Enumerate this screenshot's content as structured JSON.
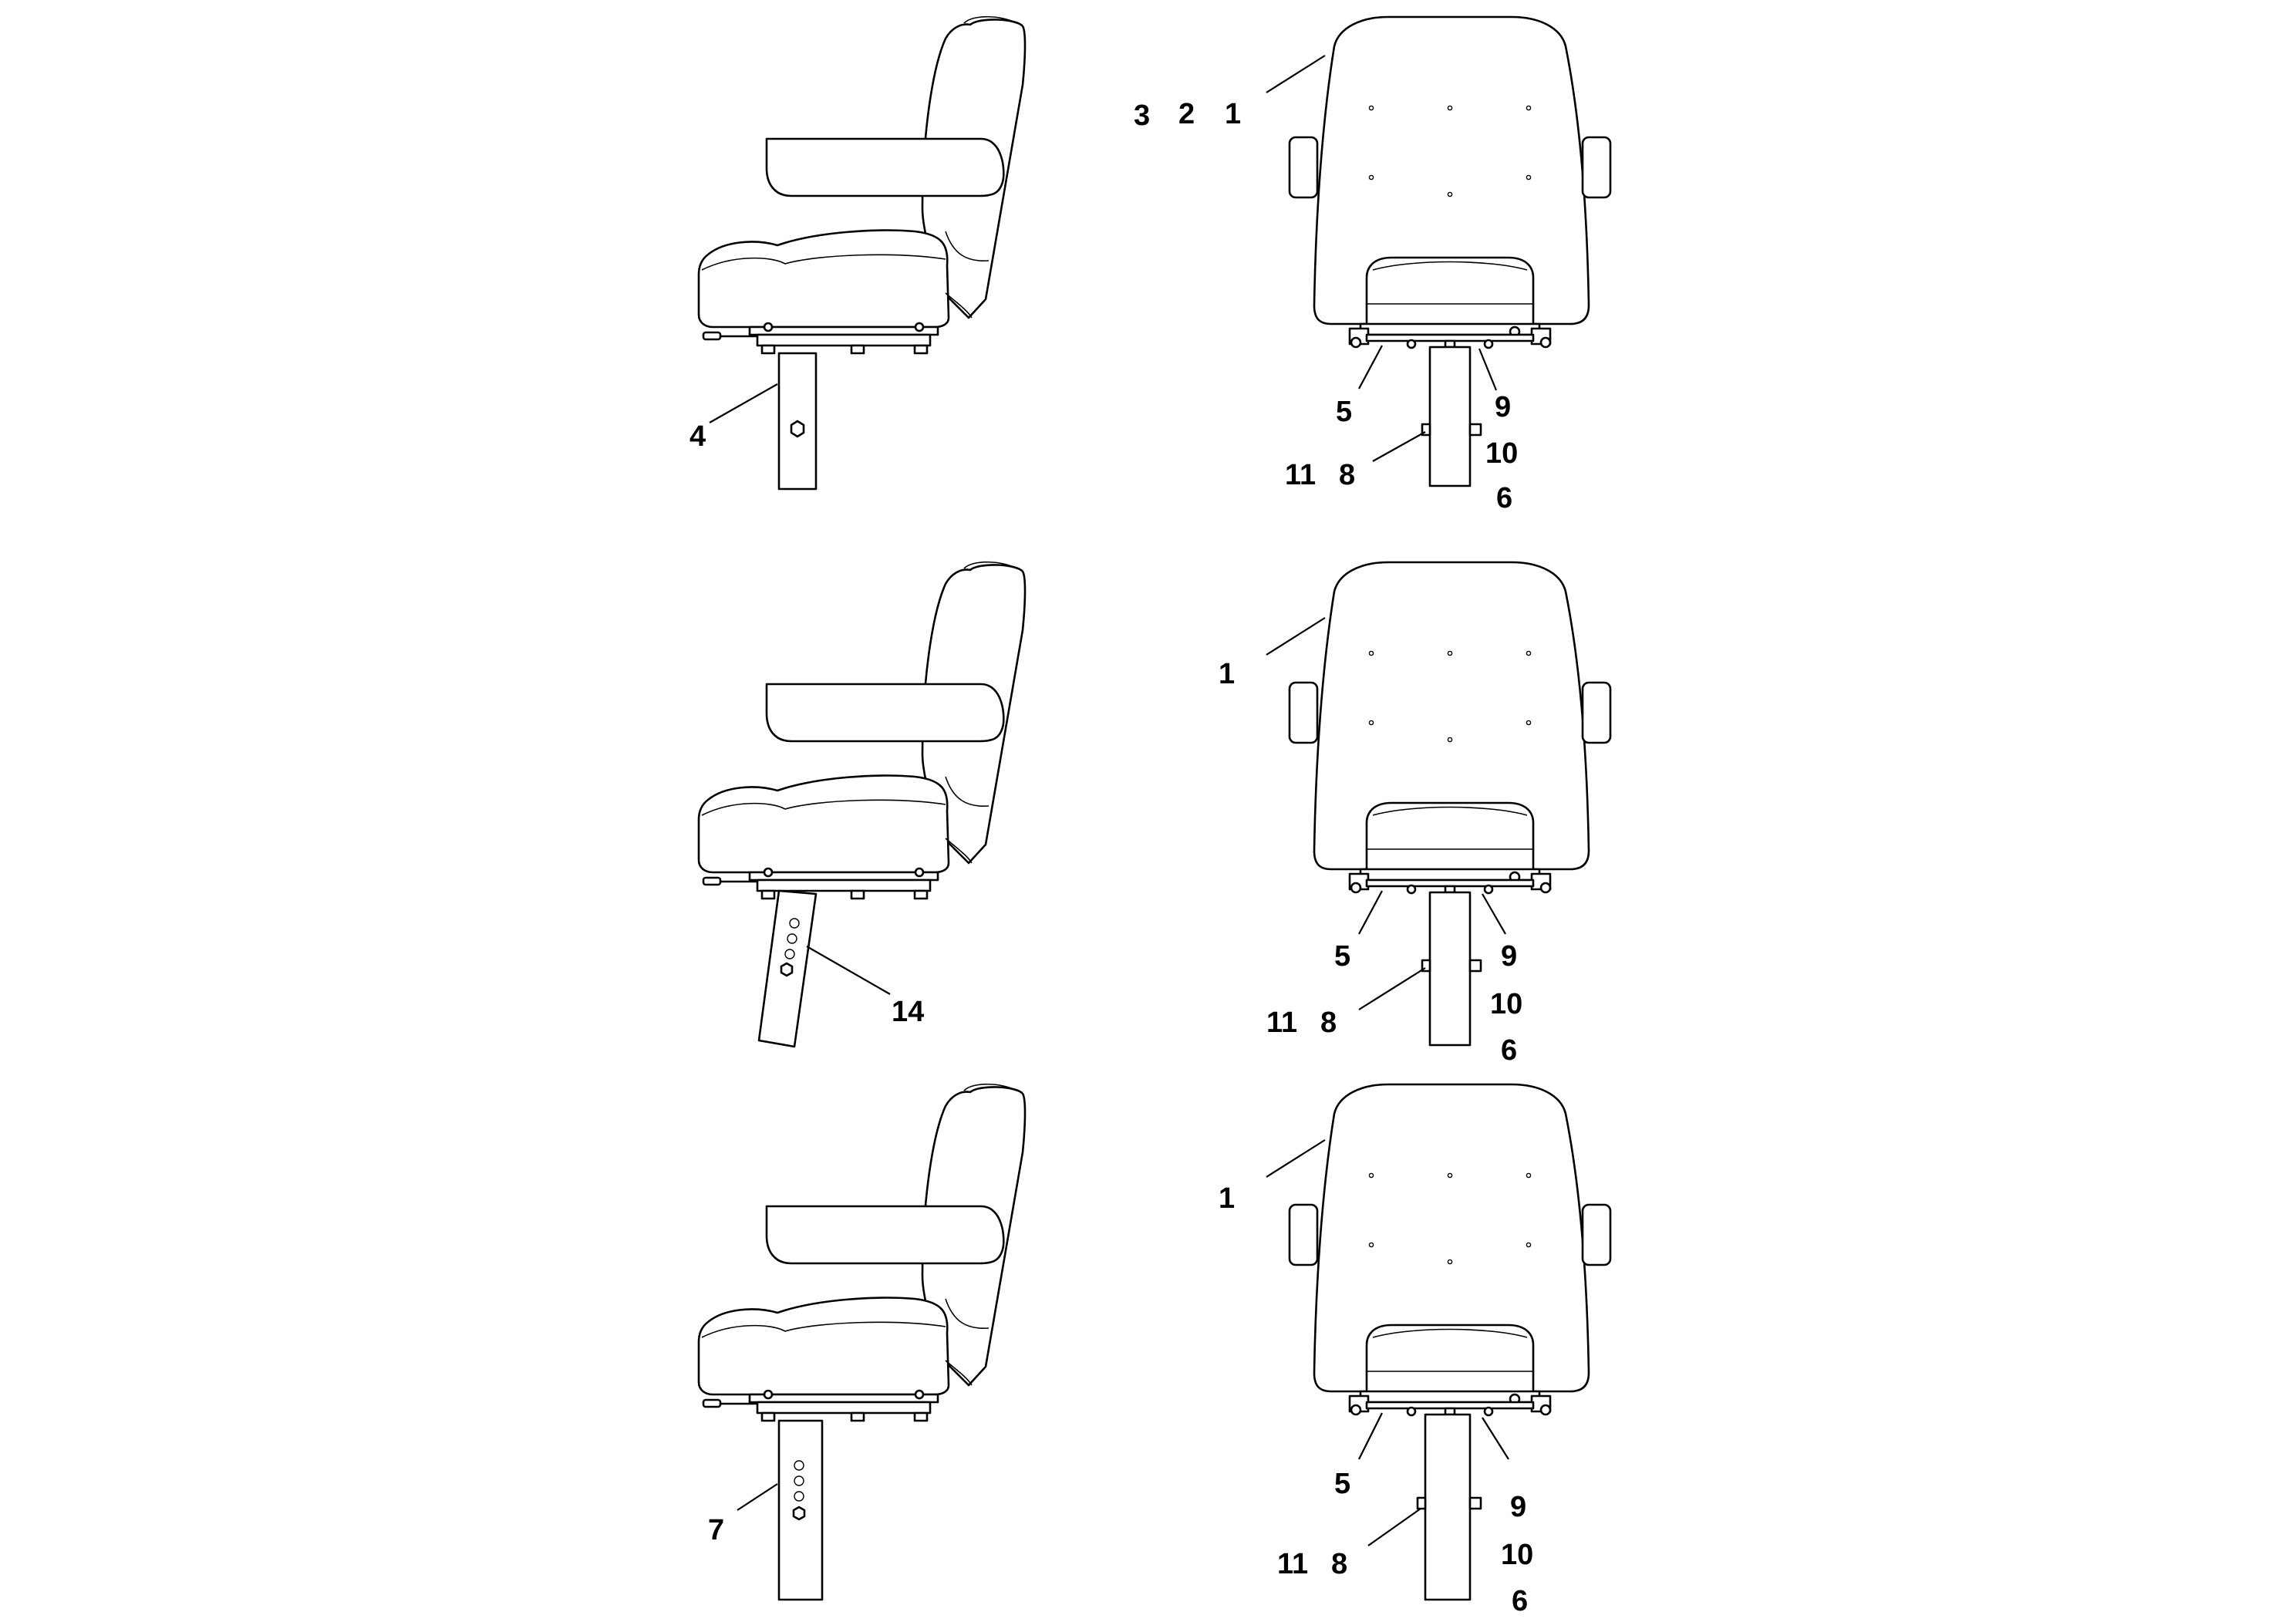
{
  "diagram": {
    "views": [
      {
        "side_callouts": [
          "4"
        ],
        "rear_callouts": [
          "3",
          "2",
          "1",
          "5",
          "9",
          "10",
          "11",
          "8",
          "6"
        ]
      },
      {
        "side_callouts": [
          "14"
        ],
        "rear_callouts": [
          "1",
          "5",
          "9",
          "10",
          "11",
          "8",
          "6"
        ]
      },
      {
        "side_callouts": [
          "7"
        ],
        "rear_callouts": [
          "1",
          "5",
          "9",
          "10",
          "11",
          "8",
          "6"
        ]
      }
    ]
  }
}
